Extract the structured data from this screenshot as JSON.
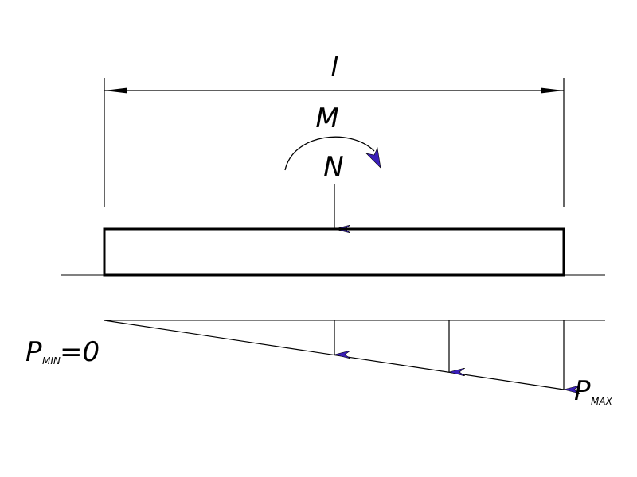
{
  "labels": {
    "length": "l",
    "moment": "M",
    "axial_force": "N",
    "p_min_symbol": "P",
    "p_min_sub": "MIN",
    "p_min_eq": "=0",
    "p_max_symbol": "P",
    "p_max_sub": "MAX"
  },
  "colors": {
    "line": "#000000",
    "arrowhead": "#3a1fb8",
    "background": "#ffffff"
  }
}
